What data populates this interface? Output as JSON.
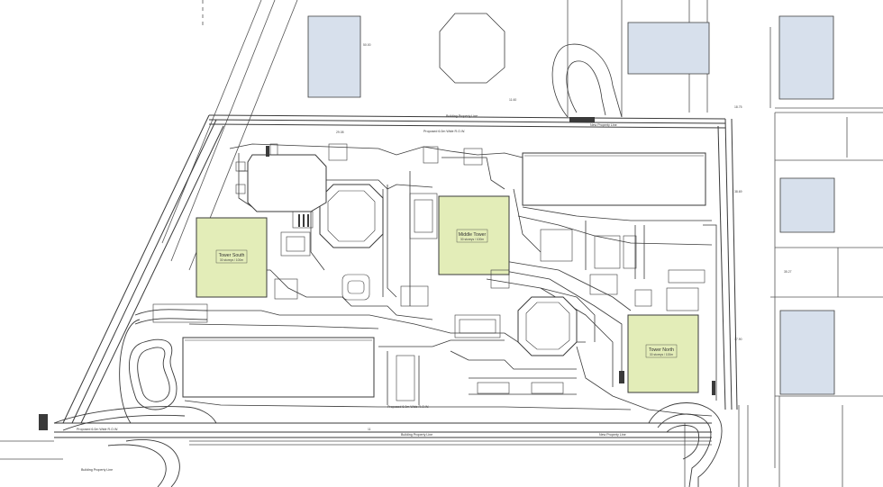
{
  "towers": {
    "south": {
      "name": "Tower South",
      "sub": "30 storeys / 100m"
    },
    "middle": {
      "name": "Middle Tower",
      "sub": "30 storeys / 100m"
    },
    "north": {
      "name": "Tower North",
      "sub": "30 storeys / 100m"
    }
  },
  "lines": {
    "building_property_top": "Building Property Line",
    "building_property_bottom": "Building Property Line",
    "building_property_lower_left": "Building Property Line",
    "new_property_top": "New Property Line",
    "new_property_bottom": "New Property Line",
    "row_top": "Proposed 6.0m Wide R.O.W.",
    "row_bottom": "Proposed 6.0m Wide R.O.W.",
    "row_lower_left": "Proposed 6.0m Wide R.O.W."
  },
  "dimensions": {
    "d1": "50.00",
    "d2": "29.08",
    "d3": "11.60",
    "d4": "18.75",
    "d5": "38.69",
    "d6": "35.27",
    "d7": "37.90",
    "d8": "11"
  },
  "colors": {
    "tower_fill": "#e3edb8",
    "neighbour_fill": "#d7e0ec",
    "line": "#3a3a3a"
  }
}
